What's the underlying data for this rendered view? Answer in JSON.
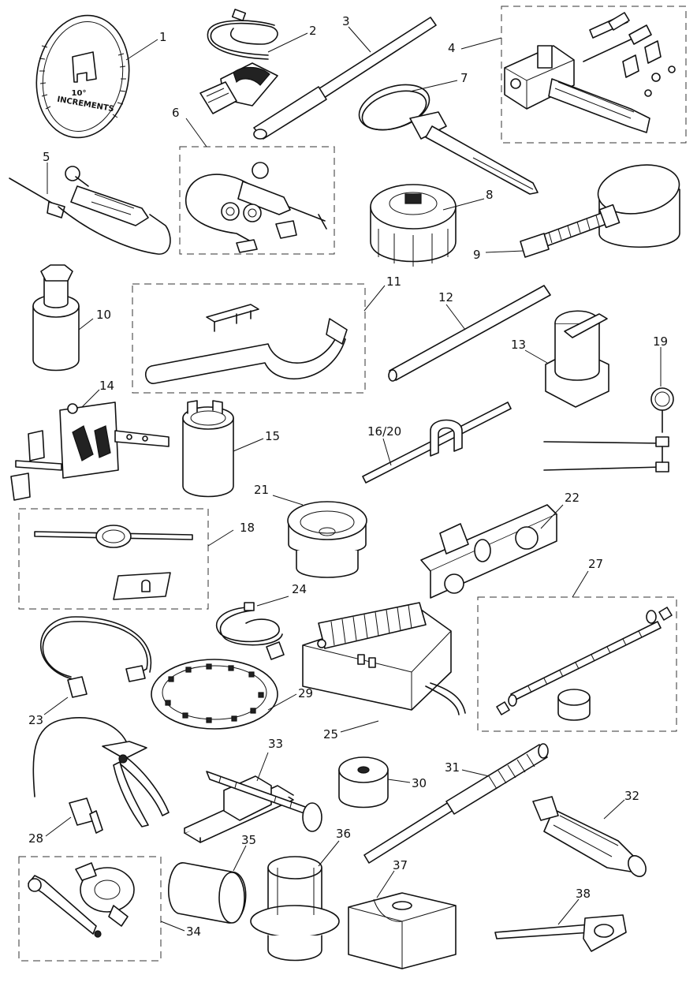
{
  "callouts": [
    "1",
    "2",
    "3",
    "4",
    "5",
    "6",
    "7",
    "8",
    "9",
    "10",
    "11",
    "12",
    "13",
    "14",
    "15",
    "16/20",
    "18",
    "19",
    "21",
    "22",
    "23",
    "24",
    "25",
    "27",
    "28",
    "29",
    "30",
    "31",
    "32",
    "33",
    "34",
    "35",
    "36",
    "37",
    "38"
  ],
  "dial": {
    "degrees": "10°",
    "label": "INCREMENTS"
  },
  "colors": {
    "line": "#111111",
    "background": "#ffffff",
    "fill_dark": "#222222",
    "fill_grey": "#d8d8d8"
  }
}
